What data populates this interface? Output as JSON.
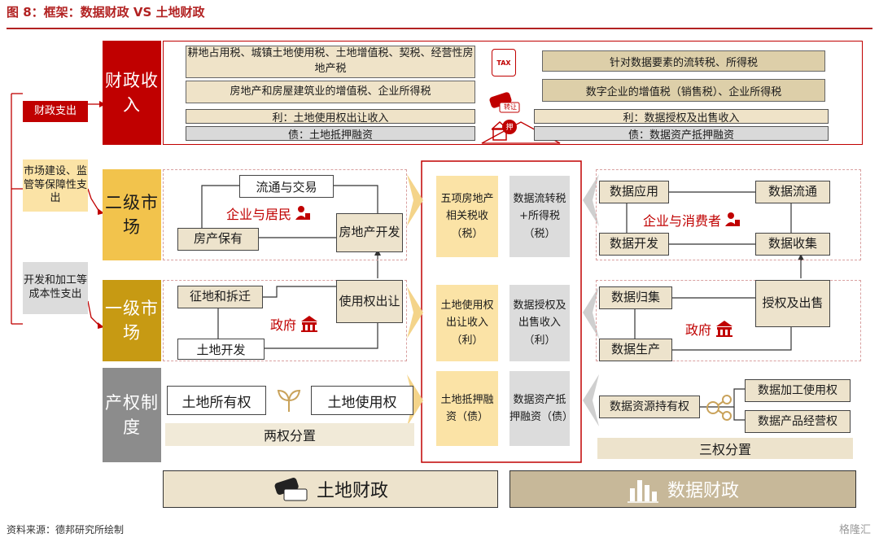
{
  "title": "图 8：框架：数据财政 VS 土地财政",
  "left_legend": {
    "fiscal_spending": "财政支出",
    "market_spending": "市场建设、监管等保障性支出",
    "dev_cost": "开发和加工等成本性支出"
  },
  "row_labels": {
    "revenue": "财政收入",
    "secondary": "二级市场",
    "primary": "一级市场",
    "property": "产权制度"
  },
  "revenue": {
    "land_tax_1": "耕地占用税、城镇土地使用税、土地增值税、契税、经营性房地产税",
    "land_tax_2": "房地产和房屋建筑业的增值税、企业所得税",
    "land_profit": "利：土地使用权出让收入",
    "land_debt": "债：土地抵押融资",
    "data_tax_1": "针对数据要素的流转税、所得税",
    "data_tax_2": "数字企业的增值税（销售税）、企业所得税",
    "data_profit": "利：数据授权及出售收入",
    "data_debt": "债：数据资产抵押融资",
    "icon_tax": "TAX",
    "icon_transfer": "转让",
    "icon_pledge": "押"
  },
  "secondary": {
    "circulation": "流通与交易",
    "holding": "房产保有",
    "development": "房地产开发",
    "actor_land": "企业与居民",
    "col_land": "五项房地产相关税收（税）",
    "col_data": "数据流转税+所得税（税）",
    "data_app": "数据应用",
    "data_flow": "数据流通",
    "data_dev": "数据开发",
    "data_collect": "数据收集",
    "actor_data": "企业与消费者"
  },
  "primary": {
    "expropriation": "征地和拆迁",
    "land_dev": "土地开发",
    "transfer": "使用权出让",
    "actor": "政府",
    "col_land": "土地使用权出让收入（利）",
    "col_data": "数据授权及出售收入（利）",
    "data_gather": "数据归集",
    "data_produce": "数据生产",
    "authorize": "授权及出售",
    "actor_data": "政府"
  },
  "property": {
    "ownership": "土地所有权",
    "use_right": "土地使用权",
    "two_rights": "两权分置",
    "col_land": "土地抵押融资（债）",
    "col_data": "数据资产抵押融资（债）",
    "holding": "数据资源持有权",
    "processing": "数据加工使用权",
    "operating": "数据产品经营权",
    "three_rights": "三权分置"
  },
  "footer": {
    "land": "土地财政",
    "data": "数据财政",
    "transfer_icon": "转让"
  },
  "source": "资料来源：德邦研究所绘制",
  "watermark": "格隆汇",
  "colors": {
    "red": "#c00000",
    "yellow": "#f2c34c",
    "gold": "#c79a13",
    "gray": "#8c8c8c",
    "tan": "#efe3c8"
  }
}
